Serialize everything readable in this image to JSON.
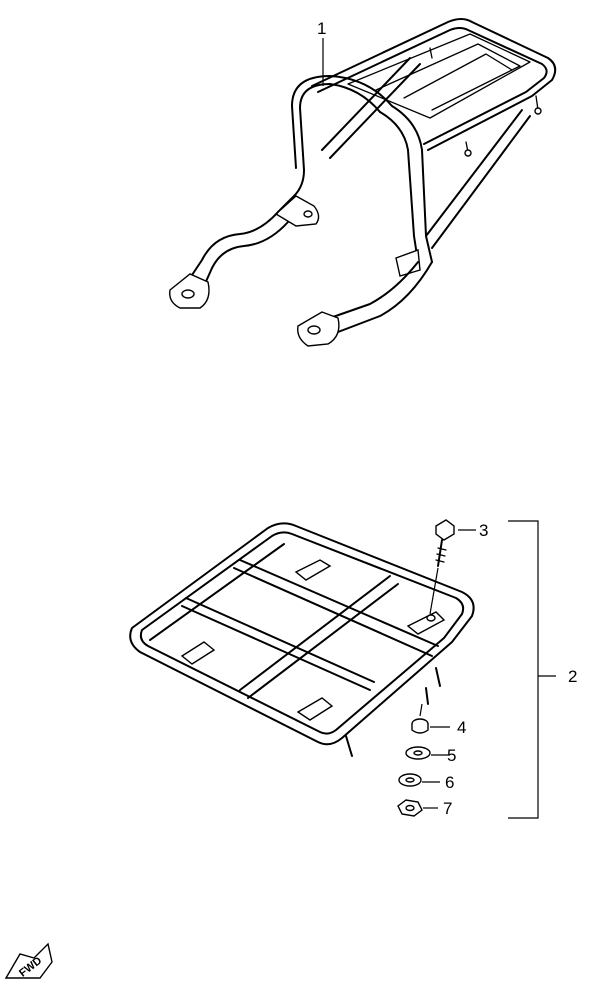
{
  "callouts": [
    {
      "id": "1",
      "label": "1"
    },
    {
      "id": "2",
      "label": "2"
    },
    {
      "id": "3",
      "label": "3"
    },
    {
      "id": "4",
      "label": "4"
    },
    {
      "id": "5",
      "label": "5"
    },
    {
      "id": "6",
      "label": "6"
    },
    {
      "id": "7",
      "label": "7"
    }
  ],
  "fwd_badge": {
    "label": "FWD",
    "icon": "fwd-arrow-icon"
  }
}
